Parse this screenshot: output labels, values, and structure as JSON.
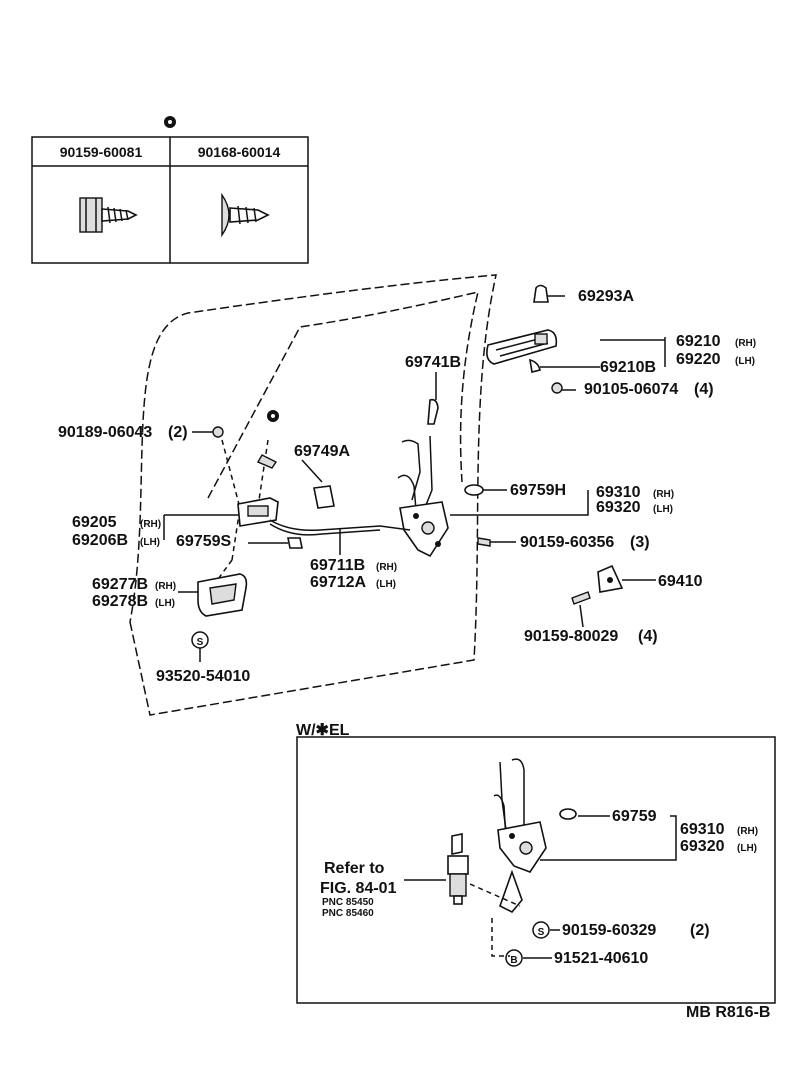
{
  "fastener_table": {
    "marker_symbol": "●",
    "col1_part": "90159-60081",
    "col2_part": "90168-60014"
  },
  "labels": {
    "p69293A": "69293A",
    "p69210": "69210",
    "rh": "(RH)",
    "lh": "(LH)",
    "p69220": "69220",
    "p69210B": "69210B",
    "p90105": "90105-06074",
    "qty4": "(4)",
    "p69741B": "69741B",
    "p90189": "90189-06043",
    "qty2": "(2)",
    "p69749A": "69749A",
    "p69759H": "69759H",
    "p69310": "69310",
    "p69320": "69320",
    "p69205": "69205",
    "rh_small": "(RH)",
    "p69206B": "69206B",
    "lh_small": "(LH)",
    "p69759S": "69759S",
    "p90159_356": "90159-60356",
    "qty3": "(3)",
    "p69711B": "69711B",
    "p69712A": "69712A",
    "p69277B": "69277B",
    "p69278B": "69278B",
    "p69410": "69410",
    "p90159_800": "90159-80029",
    "qty4b": "(4)",
    "s_marker": "S",
    "p93520": "93520-54010"
  },
  "inset": {
    "title": "W/✱EL",
    "p69759": "69759",
    "p69310": "69310",
    "rh": "(RH)",
    "p69320": "69320",
    "lh": "(LH)",
    "refer_line1": "Refer to",
    "refer_line2": "FIG. 84-01",
    "pnc1": "PNC 85450",
    "pnc2": "PNC 85460",
    "s_marker": "S",
    "p90159_329": "90159-60329",
    "qty2": "(2)",
    "b_marker": "B",
    "p91521": "91521-40610"
  },
  "footer": {
    "code": "MB R816-B"
  }
}
